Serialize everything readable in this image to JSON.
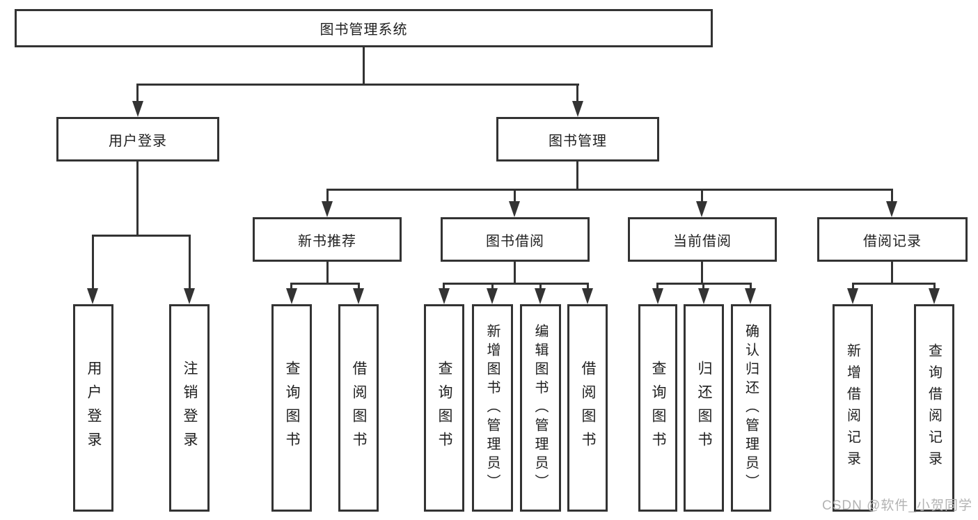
{
  "tree": {
    "root": {
      "label": "图书管理系统"
    },
    "branches": [
      {
        "label": "用户登录",
        "leaves": [
          {
            "label": "用户登录"
          },
          {
            "label": "注销登录"
          }
        ]
      },
      {
        "label": "图书管理",
        "sections": [
          {
            "label": "新书推荐",
            "leaves": [
              {
                "label": "查询图书"
              },
              {
                "label": "借阅图书"
              }
            ]
          },
          {
            "label": "图书借阅",
            "leaves": [
              {
                "label": "查询图书"
              },
              {
                "label": "新增图书（管理员）"
              },
              {
                "label": "编辑图书（管理员）"
              },
              {
                "label": "借阅图书"
              }
            ]
          },
          {
            "label": "当前借阅",
            "leaves": [
              {
                "label": "查询图书"
              },
              {
                "label": "归还图书"
              },
              {
                "label": "确认归还（管理员）"
              }
            ]
          },
          {
            "label": "借阅记录",
            "leaves": [
              {
                "label": "新增借阅记录"
              },
              {
                "label": "查询借阅记录"
              }
            ]
          }
        ]
      }
    ]
  },
  "watermark": {
    "text": "CSDN @软件_小贺同学"
  },
  "colors": {
    "line": "#333333",
    "text": "#1f1f1f",
    "watermark": "#b3b3b3",
    "background": "#ffffff"
  }
}
